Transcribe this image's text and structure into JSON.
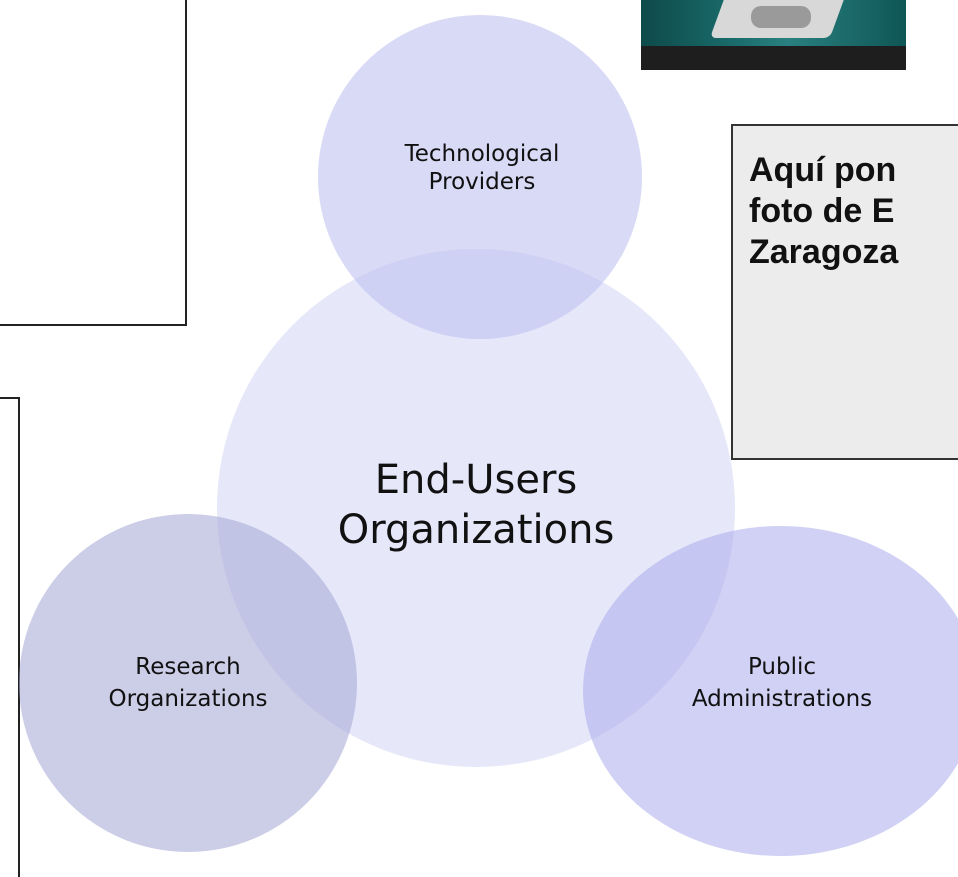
{
  "diagram": {
    "center": {
      "label": "End-Users\nOrganizations"
    },
    "top": {
      "label": "Technological\nProviders"
    },
    "bottom_left": {
      "label": "Research\nOrganizations"
    },
    "bottom_right": {
      "label": "Public\nAdministrations"
    }
  },
  "right_box": {
    "text": "Aquí pon\nfoto de E\nZaragoza"
  },
  "colors": {
    "center_fill": "#cdd2f5",
    "top_fill": "#b9bcee",
    "bottom_left_fill": "#aaacd7",
    "bottom_right_fill": "#aaaceb",
    "right_box_fill": "#ececec"
  }
}
